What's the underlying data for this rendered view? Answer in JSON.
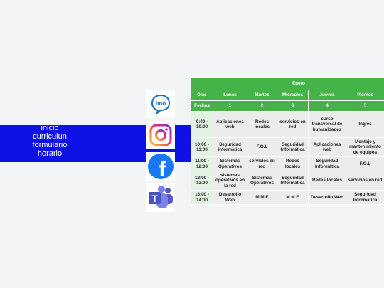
{
  "nav": {
    "items": [
      "inicio",
      "curriculun",
      "formulario",
      "horario"
    ]
  },
  "social": [
    {
      "label": "imo",
      "icon": "imo-icon"
    },
    {
      "label": "",
      "icon": "instagram-icon"
    },
    {
      "label": "f",
      "icon": "facebook-icon"
    },
    {
      "label": "T",
      "icon": "teams-icon"
    }
  ],
  "schedule": {
    "month": "Enero",
    "days_label": "Dias",
    "days": [
      "Lunes",
      "Martes",
      "Miércoles",
      "Jueves",
      "Viernes"
    ],
    "dates_label": "Fechas",
    "dates": [
      "1",
      "2",
      "3",
      "4",
      "5"
    ],
    "rows": [
      {
        "time": "9:00 - 10:00",
        "cells": [
          "Aplicaciones web",
          "Redes locales",
          "servicios en red",
          "curso transversal de humanidades",
          "Ingles"
        ]
      },
      {
        "time": "10:00 - 11:00",
        "cells": [
          "Seguridad informatica",
          "F.O.L",
          "Seguridad Informática",
          "Aplicaciones web",
          "Montaje y mantenimiento de equipos"
        ]
      },
      {
        "time": "11:00 - 12:00",
        "cells": [
          "Sistemas Operativos",
          "servicios en red",
          "Redes locales",
          "Seguridad Informática",
          "F.O.L"
        ]
      },
      {
        "time": "12:00 - 13:00",
        "cells": [
          "sistemas operativos en la red",
          "Sistemas Operativos",
          "Seguridad Informática",
          "Redes locales",
          "servicios en red"
        ]
      },
      {
        "time": "13:00 - 14:00",
        "cells": [
          "Desarrollo Web",
          "M.M.E",
          "M.M.E",
          "Desarrollo Web",
          "Seguridad Informática"
        ]
      }
    ]
  },
  "colors": {
    "nav_bar": "#0d11e6",
    "table_header": "#45b348",
    "cell_bg": "#ececec",
    "time_bg": "#e4f2e4",
    "page_bg": "#f2f4f6"
  }
}
